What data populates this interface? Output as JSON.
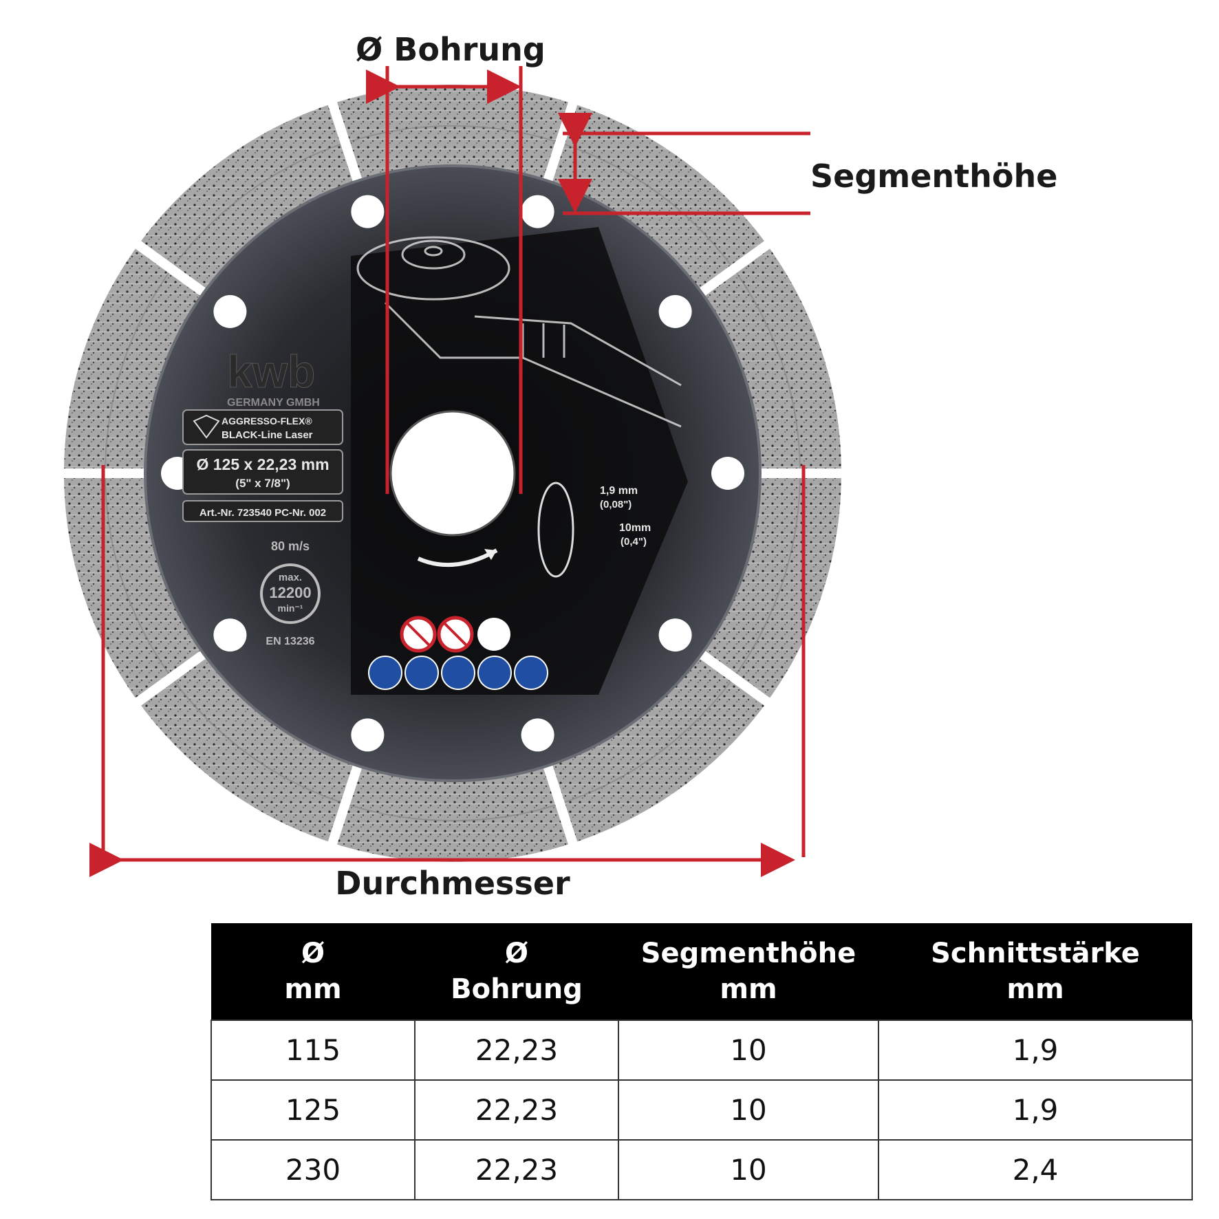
{
  "annotations": {
    "bore_label": "Ø Bohrung",
    "segment_label": "Segmenthöhe",
    "diameter_label": "Durchmesser"
  },
  "blade": {
    "brand": "kwb",
    "brand_sub": "GERMANY GMBH",
    "product_line_1": "AGGRESSO-FLEX®",
    "product_line_2": "BLACK-Line Laser",
    "size_metric": "Ø 125 x 22,23 mm",
    "size_imperial": "(5\" x 7/8\")",
    "article": "Art.-Nr. 723540  PC-Nr. 002",
    "speed": "80 m/s",
    "rpm_max": "max.",
    "rpm_value": "12200",
    "rpm_unit": "min⁻¹",
    "norm": "EN 13236",
    "cut_width": "1,9 mm",
    "cut_width_in": "(0,08\")",
    "seg_height": "10mm",
    "seg_height_in": "(0,4\")"
  },
  "colors": {
    "accent_red": "#c8232c",
    "disc_dark": "#1c1d21",
    "segment_gray": "#9a9a9a",
    "safety_blue": "#1f4ea3"
  },
  "table": {
    "headers": [
      [
        "Ø",
        "mm"
      ],
      [
        "Ø",
        "Bohrung"
      ],
      [
        "Segmenthöhe",
        "mm"
      ],
      [
        "Schnittstärke",
        "mm"
      ]
    ],
    "rows": [
      [
        "115",
        "22,23",
        "10",
        "1,9"
      ],
      [
        "125",
        "22,23",
        "10",
        "1,9"
      ],
      [
        "230",
        "22,23",
        "10",
        "2,4"
      ]
    ]
  }
}
